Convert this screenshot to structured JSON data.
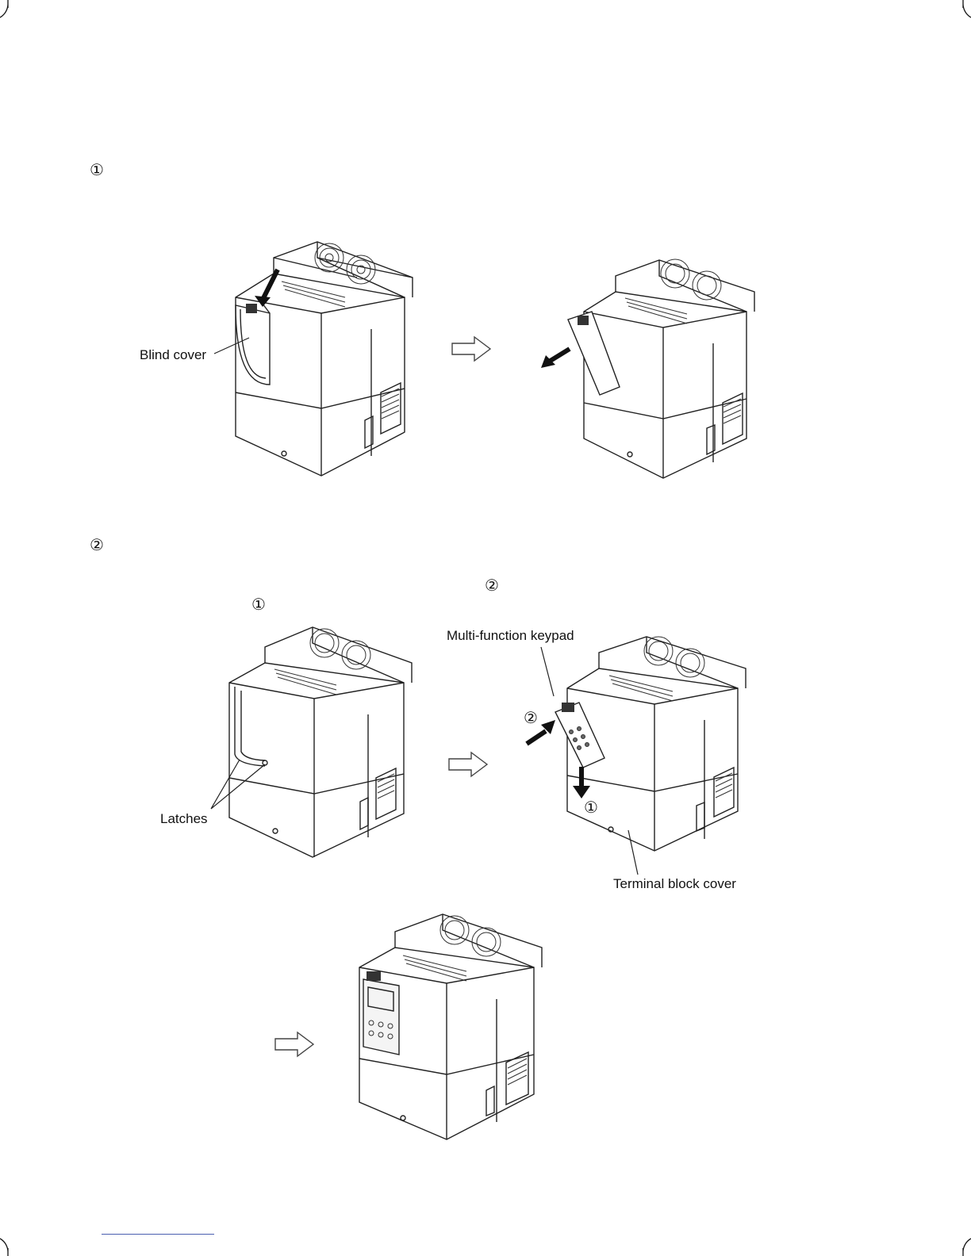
{
  "step1": {
    "marker": "①"
  },
  "step2": {
    "marker": "②"
  },
  "figure_markers": {
    "marker_a": "②",
    "marker_b": "①"
  },
  "labels": {
    "blind_cover": "Blind cover",
    "latches": "Latches",
    "keypad": "Multi-function keypad",
    "terminal_cover": "Terminal block cover",
    "push_in": "②",
    "slide_down": "①"
  }
}
